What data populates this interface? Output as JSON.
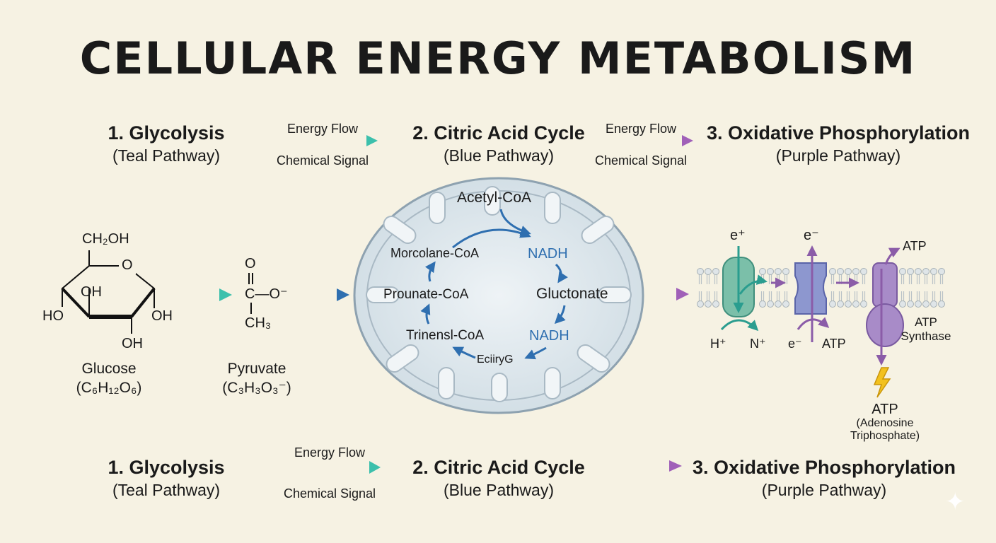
{
  "title": "CELLULAR ENERGY METABOLISM",
  "colors": {
    "teal": "#2a9d8f",
    "blue": "#2f6fb0",
    "purple": "#8b5ca8",
    "background": "#f6f2e3"
  },
  "top_row": {
    "stage1": {
      "name": "1. Glycolysis",
      "sub": "(Teal Pathway)"
    },
    "flow1": {
      "top": "Energy Flow",
      "bottom": "Chemical Signal"
    },
    "stage2": {
      "name": "2. Citric Acid Cycle",
      "sub": "(Blue Pathway)"
    },
    "flow2": {
      "top": "Energy Flow",
      "bottom": "Chemical Signal"
    },
    "stage3": {
      "name": "3. Oxidative Phosphorylation",
      "sub": "(Purple Pathway)"
    }
  },
  "bottom_row": {
    "stage1": {
      "name": "1. Glycolysis",
      "sub": "(Teal Pathway)"
    },
    "flow1": {
      "top": "Energy Flow",
      "bottom": "Chemical Signal"
    },
    "stage2": {
      "name": "2. Citric Acid Cycle",
      "sub": "(Blue Pathway)"
    },
    "stage3": {
      "name": "3. Oxidative Phosphorylation",
      "sub": "(Purple Pathway)"
    }
  },
  "glucose": {
    "ch2oh": "CH₂OH",
    "ring_o": "O",
    "oh_inner": "OH",
    "ho_left": "HO",
    "oh_right": "OH",
    "oh_bottom": "OH",
    "name": "Glucose",
    "formula": "(C₆H₁₂O₆)"
  },
  "pyruvate": {
    "o_top": "O",
    "c_o": "C—O⁻",
    "ch3": "CH₃",
    "name": "Pyruvate",
    "formula": "(C₃H₃O₃⁻)"
  },
  "cycle": {
    "acetyl": "Acetyl-CoA",
    "morcolane": "Morcolane-CoA",
    "nadh1": "NADH",
    "prounate": "Prounate-CoA",
    "gluctonate": "Gluctonate",
    "trinensl": "Trinensl-CoA",
    "nadh2": "NADH",
    "eciiryg": "EciiryG"
  },
  "oxphos": {
    "e_plus": "e⁺",
    "e_minus_top": "e⁻",
    "atp_top": "ATP",
    "h_plus": "H⁺",
    "n_plus": "N⁺",
    "e_minus_bottom": "e⁻",
    "atp_bottom": "ATP",
    "atp_synthase": "ATP\nSynthase",
    "atp_final": "ATP",
    "atp_full": "(Adenosine\nTriphosphate)"
  }
}
